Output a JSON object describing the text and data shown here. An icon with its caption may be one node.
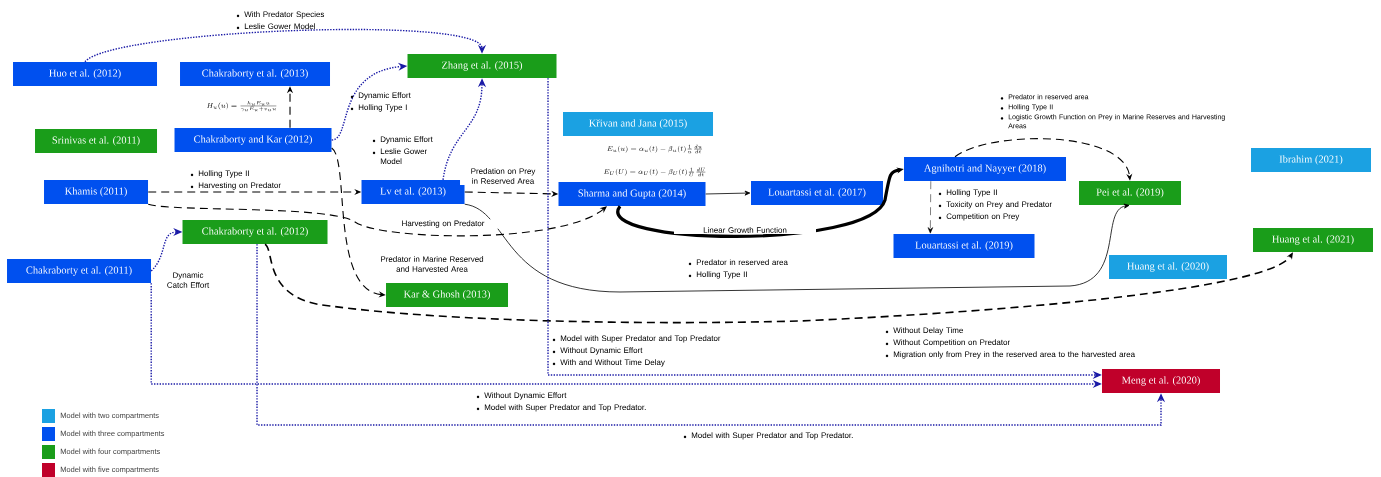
{
  "diagram": {
    "nodes": [
      {
        "text": [
          "Huo et al. (2012)"
        ]
      },
      {
        "text": [
          "Chakraborty et al. (2013)"
        ]
      },
      {
        "text": [
          "Zhang et al. (2015)"
        ]
      },
      {
        "text": [
          "Srinivas et al. (2011)"
        ]
      },
      {
        "text": [
          "Chakraborty and Kar (2012)"
        ]
      },
      {
        "text": [
          "Křivan and Jana (2015)"
        ]
      },
      {
        "text": [
          "Khamis (2011)"
        ]
      },
      {
        "text": [
          "Lv et al. (2013)"
        ]
      },
      {
        "text": [
          "Sharma and Gupta (2014)"
        ]
      },
      {
        "text": [
          "Louartassi et al. (2017)"
        ]
      },
      {
        "text": [
          "Agnihotri and Nayyer (2018)"
        ]
      },
      {
        "text": [
          "Pei et al. (2019)"
        ]
      },
      {
        "text": [
          "Ibrahim  (2021)"
        ]
      },
      {
        "text": [
          "Chakraborty et al. (2012)"
        ]
      },
      {
        "text": [
          "Louartassi et al. (2019)"
        ]
      },
      {
        "text": [
          "Chakraborty et al. (2011)"
        ]
      },
      {
        "text": [
          "Huang et al. (2020)"
        ]
      },
      {
        "text": [
          "Huang et al. (2021)"
        ]
      },
      {
        "text": [
          "Kar & Ghosh (2013)"
        ]
      },
      {
        "text": [
          "Meng et al. (2020)"
        ]
      }
    ],
    "edges": [
      {
        "from": 0,
        "to": 2,
        "arrow": "to",
        "style": "dashed",
        "color": "#1a1aa6"
      },
      {
        "from": 4,
        "to": 1,
        "arrow": "to",
        "style": "dashed"
      },
      {
        "from": 4,
        "to": 2,
        "arrow": "to",
        "style": "dashed",
        "color": "#1a1aa6"
      },
      {
        "from": 7,
        "to": 2,
        "arrow": "to",
        "style": "dashed",
        "color": "#1a1aa6"
      },
      {
        "from": 6,
        "to": 7,
        "arrow": "to",
        "style": "dashed"
      },
      {
        "from": 7,
        "to": 8,
        "arrow": "to",
        "style": "dashed",
        "label": "Predation on Prey in Reserved Area"
      },
      {
        "from": 6,
        "to": 8,
        "arrow": "to",
        "style": "dashed",
        "label": "Harvesting on Predator"
      },
      {
        "from": 4,
        "to": 18,
        "arrow": "to",
        "style": "dashed",
        "label": "Predator in Marine Reserved and Harvested Area"
      },
      {
        "from": 8,
        "to": 9,
        "arrow": "to"
      },
      {
        "from": 8,
        "to": 10,
        "arrow": "to",
        "style": "thick",
        "label": "Linear Growth Function"
      },
      {
        "from": 10,
        "to": 11,
        "arrow": "to",
        "style": "dashed"
      },
      {
        "from": 10,
        "to": 14,
        "arrow": "to",
        "style": "dashed"
      },
      {
        "from": 7,
        "to": 11,
        "arrow": "to"
      },
      {
        "from": 15,
        "to": 13,
        "arrow": "to",
        "style": "dashed",
        "color": "#1a1aa6",
        "label": "Dynamic Catch Effort"
      },
      {
        "from": 13,
        "to": 17,
        "arrow": "to",
        "style": "dashed"
      },
      {
        "from": 2,
        "to": 19,
        "arrow": "to",
        "style": "dashed",
        "color": "#1a1aa6"
      },
      {
        "from": 15,
        "to": 19,
        "arrow": "to",
        "style": "dashed",
        "color": "#1a1aa6"
      },
      {
        "from": 13,
        "to": 19,
        "arrow": "to",
        "style": "dashed",
        "color": "#1a1aa6"
      }
    ],
    "labels": [
      "With Predator Species",
      "Leslie Gower Model",
      "Dynamic Effort",
      "Holling Type I",
      "H_u(u) = \\frac{h_u E_u u}{\\gamma_u E_u + v_u u}",
      "Predator in reserved area",
      "Holling Type II",
      "Logistic Growth Function on Prey in Marine Reserves and Harvesting Areas",
      "E_u(u) = \\alpha_u(t) - \\beta_u(t)\\frac{1}{u}\\frac{du}{dt}",
      "Dynamic Effort",
      "Leslie Gower Model",
      "E_U(U) = \\alpha_U(t) - \\beta_U(t)\\frac{1}{U}\\frac{dU}{dt}",
      "Holling Type II",
      "Harvesting on Predator",
      "Holling Type II",
      "Toxicity on Prey and Predator",
      "Competition on Prey",
      "Predator in reserved area",
      "Holling Type II",
      "Without Delay Time",
      "Without Competition on Predator",
      "Migration only from Prey in the reserved area to the harvested area",
      "Model with Super Predator and Top Predator",
      "Without Dynamic Effort",
      "With and Without Time Delay",
      "Without Dynamic Effort",
      "Model with Super Predator and Top Predator.",
      "Model with Super Predator and Top Predator."
    ],
    "legend": [
      {
        "text": "Model with two compartments",
        "color": "#1ba1e2"
      },
      {
        "text": "Model with three compartments",
        "color": "#0050ef"
      },
      {
        "text": "Model with four compartments",
        "color": "#1a9d1a"
      },
      {
        "text": "Model with five compartments",
        "color": "#c0002a"
      }
    ]
  }
}
